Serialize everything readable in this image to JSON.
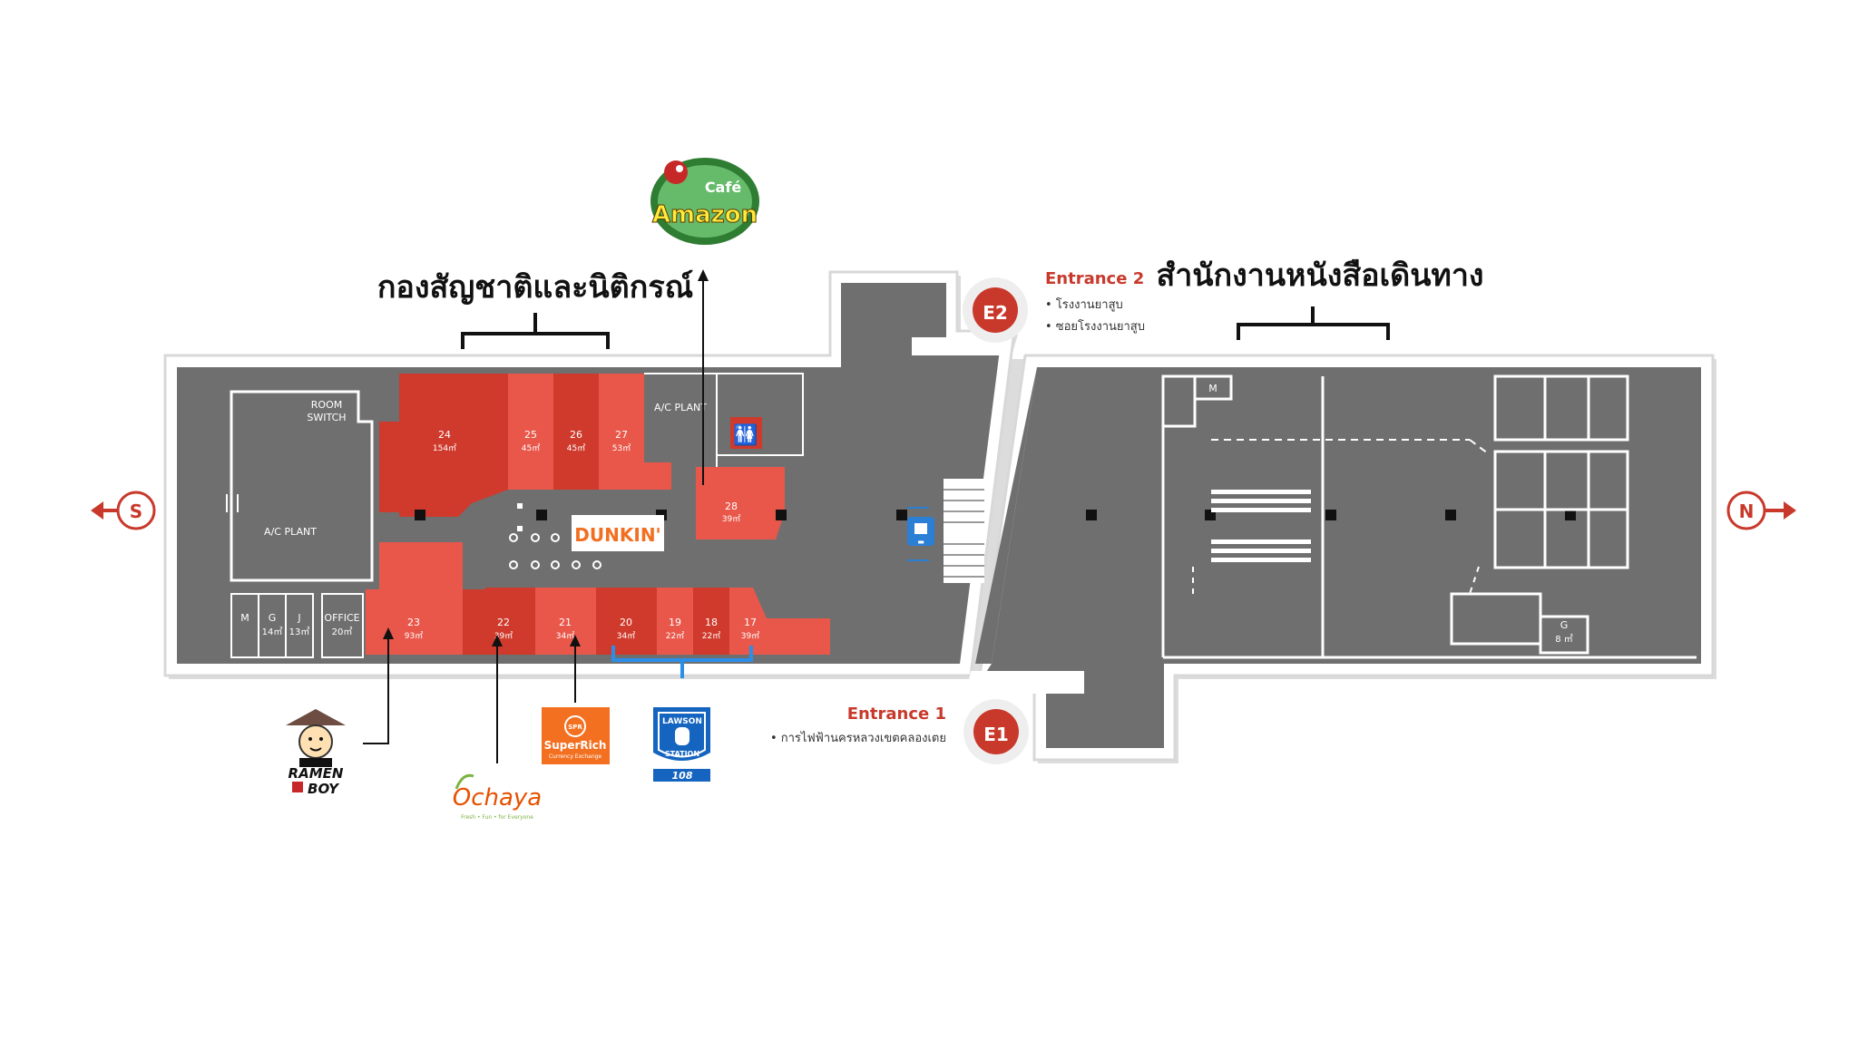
{
  "headings": {
    "left": "กองสัญชาติและนิติกรณ์",
    "right": "สำนักงานหนังสือเดินทาง"
  },
  "compass": {
    "south": "S",
    "north": "N"
  },
  "entrance2": {
    "badge": "E2",
    "label": "Entrance 2",
    "lines": [
      "• โรงงานยาสูบ",
      "• ซอยโรงงานยาสูบ"
    ]
  },
  "entrance1": {
    "badge": "E1",
    "label": "Entrance 1",
    "lines": [
      "• การไฟฟ้านครหลวงเขตคลองเตย"
    ]
  },
  "rooms": {
    "room_switch_1": "ROOM",
    "room_switch_2": "SWITCH",
    "ac_plant_left": "A/C PLANT",
    "ac_plant_top": "A/C PLANT",
    "office": "OFFICE",
    "office_area": "20㎡",
    "m_left": "M",
    "g_left": "G",
    "g_left_area": "14㎡",
    "j_left": "J",
    "j_left_area": "13㎡",
    "m_right": "M",
    "g_right": "G",
    "g_right_area": "8 ㎡"
  },
  "units": [
    {
      "no": "24",
      "area": "154㎡"
    },
    {
      "no": "25",
      "area": "45㎡"
    },
    {
      "no": "26",
      "area": "45㎡"
    },
    {
      "no": "27",
      "area": "53㎡"
    },
    {
      "no": "28",
      "area": "39㎡"
    },
    {
      "no": "23",
      "area": "93㎡"
    },
    {
      "no": "22",
      "area": "39㎡"
    },
    {
      "no": "21",
      "area": "34㎡"
    },
    {
      "no": "20",
      "area": "34㎡"
    },
    {
      "no": "19",
      "area": "22㎡"
    },
    {
      "no": "18",
      "area": "22㎡"
    },
    {
      "no": "17",
      "area": "39㎡"
    }
  ],
  "brands": {
    "dunkin": "DUNKIN'",
    "amazon_1": "Café",
    "amazon_2": "Amazon",
    "ramen_1": "RAMEN",
    "ramen_2": "BOY",
    "ochaya": "Ochaya",
    "ochaya_tag": "Fresh • Fun • for Everyone",
    "superrich_badge": "SPR",
    "superrich_name": "SuperRich",
    "superrich_sub": "Currency Exchange",
    "lawson_1": "LAWSON",
    "lawson_2": "STATION",
    "lawson_no": "108"
  },
  "colors": {
    "dark_red": "#cf3a2c",
    "light_red": "#e9574a",
    "floor": "#6f6f6f",
    "brand_red": "#c8392b"
  }
}
